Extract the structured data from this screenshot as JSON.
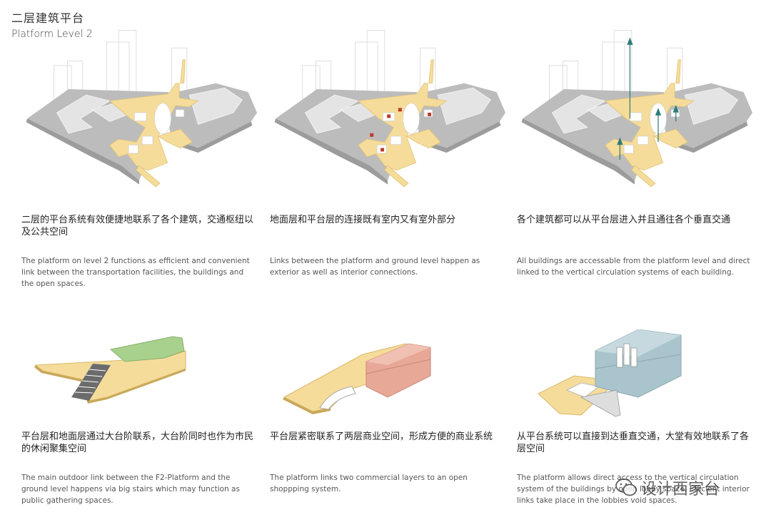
{
  "header": {
    "title_zh": "二层建筑平台",
    "title_en": "Platform Level 2"
  },
  "colors": {
    "platform": "#f5dc9a",
    "ground": "#bdbdbd",
    "ground_dark": "#9e9e9e",
    "building_line": "#d4d4d4",
    "green": "#a9d18e",
    "commercial": "#e8a898",
    "tower": "#a9c4cc",
    "stairs": "#6b6b6b",
    "accent_red": "#c0392b",
    "accent_teal": "#2e7d78"
  },
  "panels": [
    {
      "caption_zh": "二层的平台系统有效便捷地联系了各个建筑，交通枢纽以及公共空间",
      "caption_en": "The platform on level 2 functions as efficient and convenient link between the transportation facilities, the buildings and the open spaces."
    },
    {
      "caption_zh": "地面层和平台层的连接既有室内又有室外部分",
      "caption_en": "Links between the platform and ground level happen as exterior as well as interior connections."
    },
    {
      "caption_zh": "各个建筑都可以从平台层进入并且通往各个垂直交通",
      "caption_en": "All buildings are accessable from the platform level and direct linked to the vertical circulation systems of each building."
    },
    {
      "caption_zh": "平台层和地面层通过大台阶联系，大台阶同时也作为市民的休闲聚集空间",
      "caption_en": "The main outdoor link between the F2-Platform and the ground level happens via big stairs which may function as public gathering spaces."
    },
    {
      "caption_zh": "平台层紧密联系了两层商业空间，形成方便的商业系统",
      "caption_en": "The platform links two commercial layers to an open shoppping system."
    },
    {
      "caption_zh": "从平台系统可以直接到达垂直交通，大堂有效地联系了各层空间",
      "caption_en": "The platform allows direct access to the vertical circulation system of the buildings by open lobby space. Efficient interior links take place in the lobbies void spaces."
    }
  ],
  "watermark": {
    "text": "设计西家台",
    "icon": "wechat-icon"
  }
}
